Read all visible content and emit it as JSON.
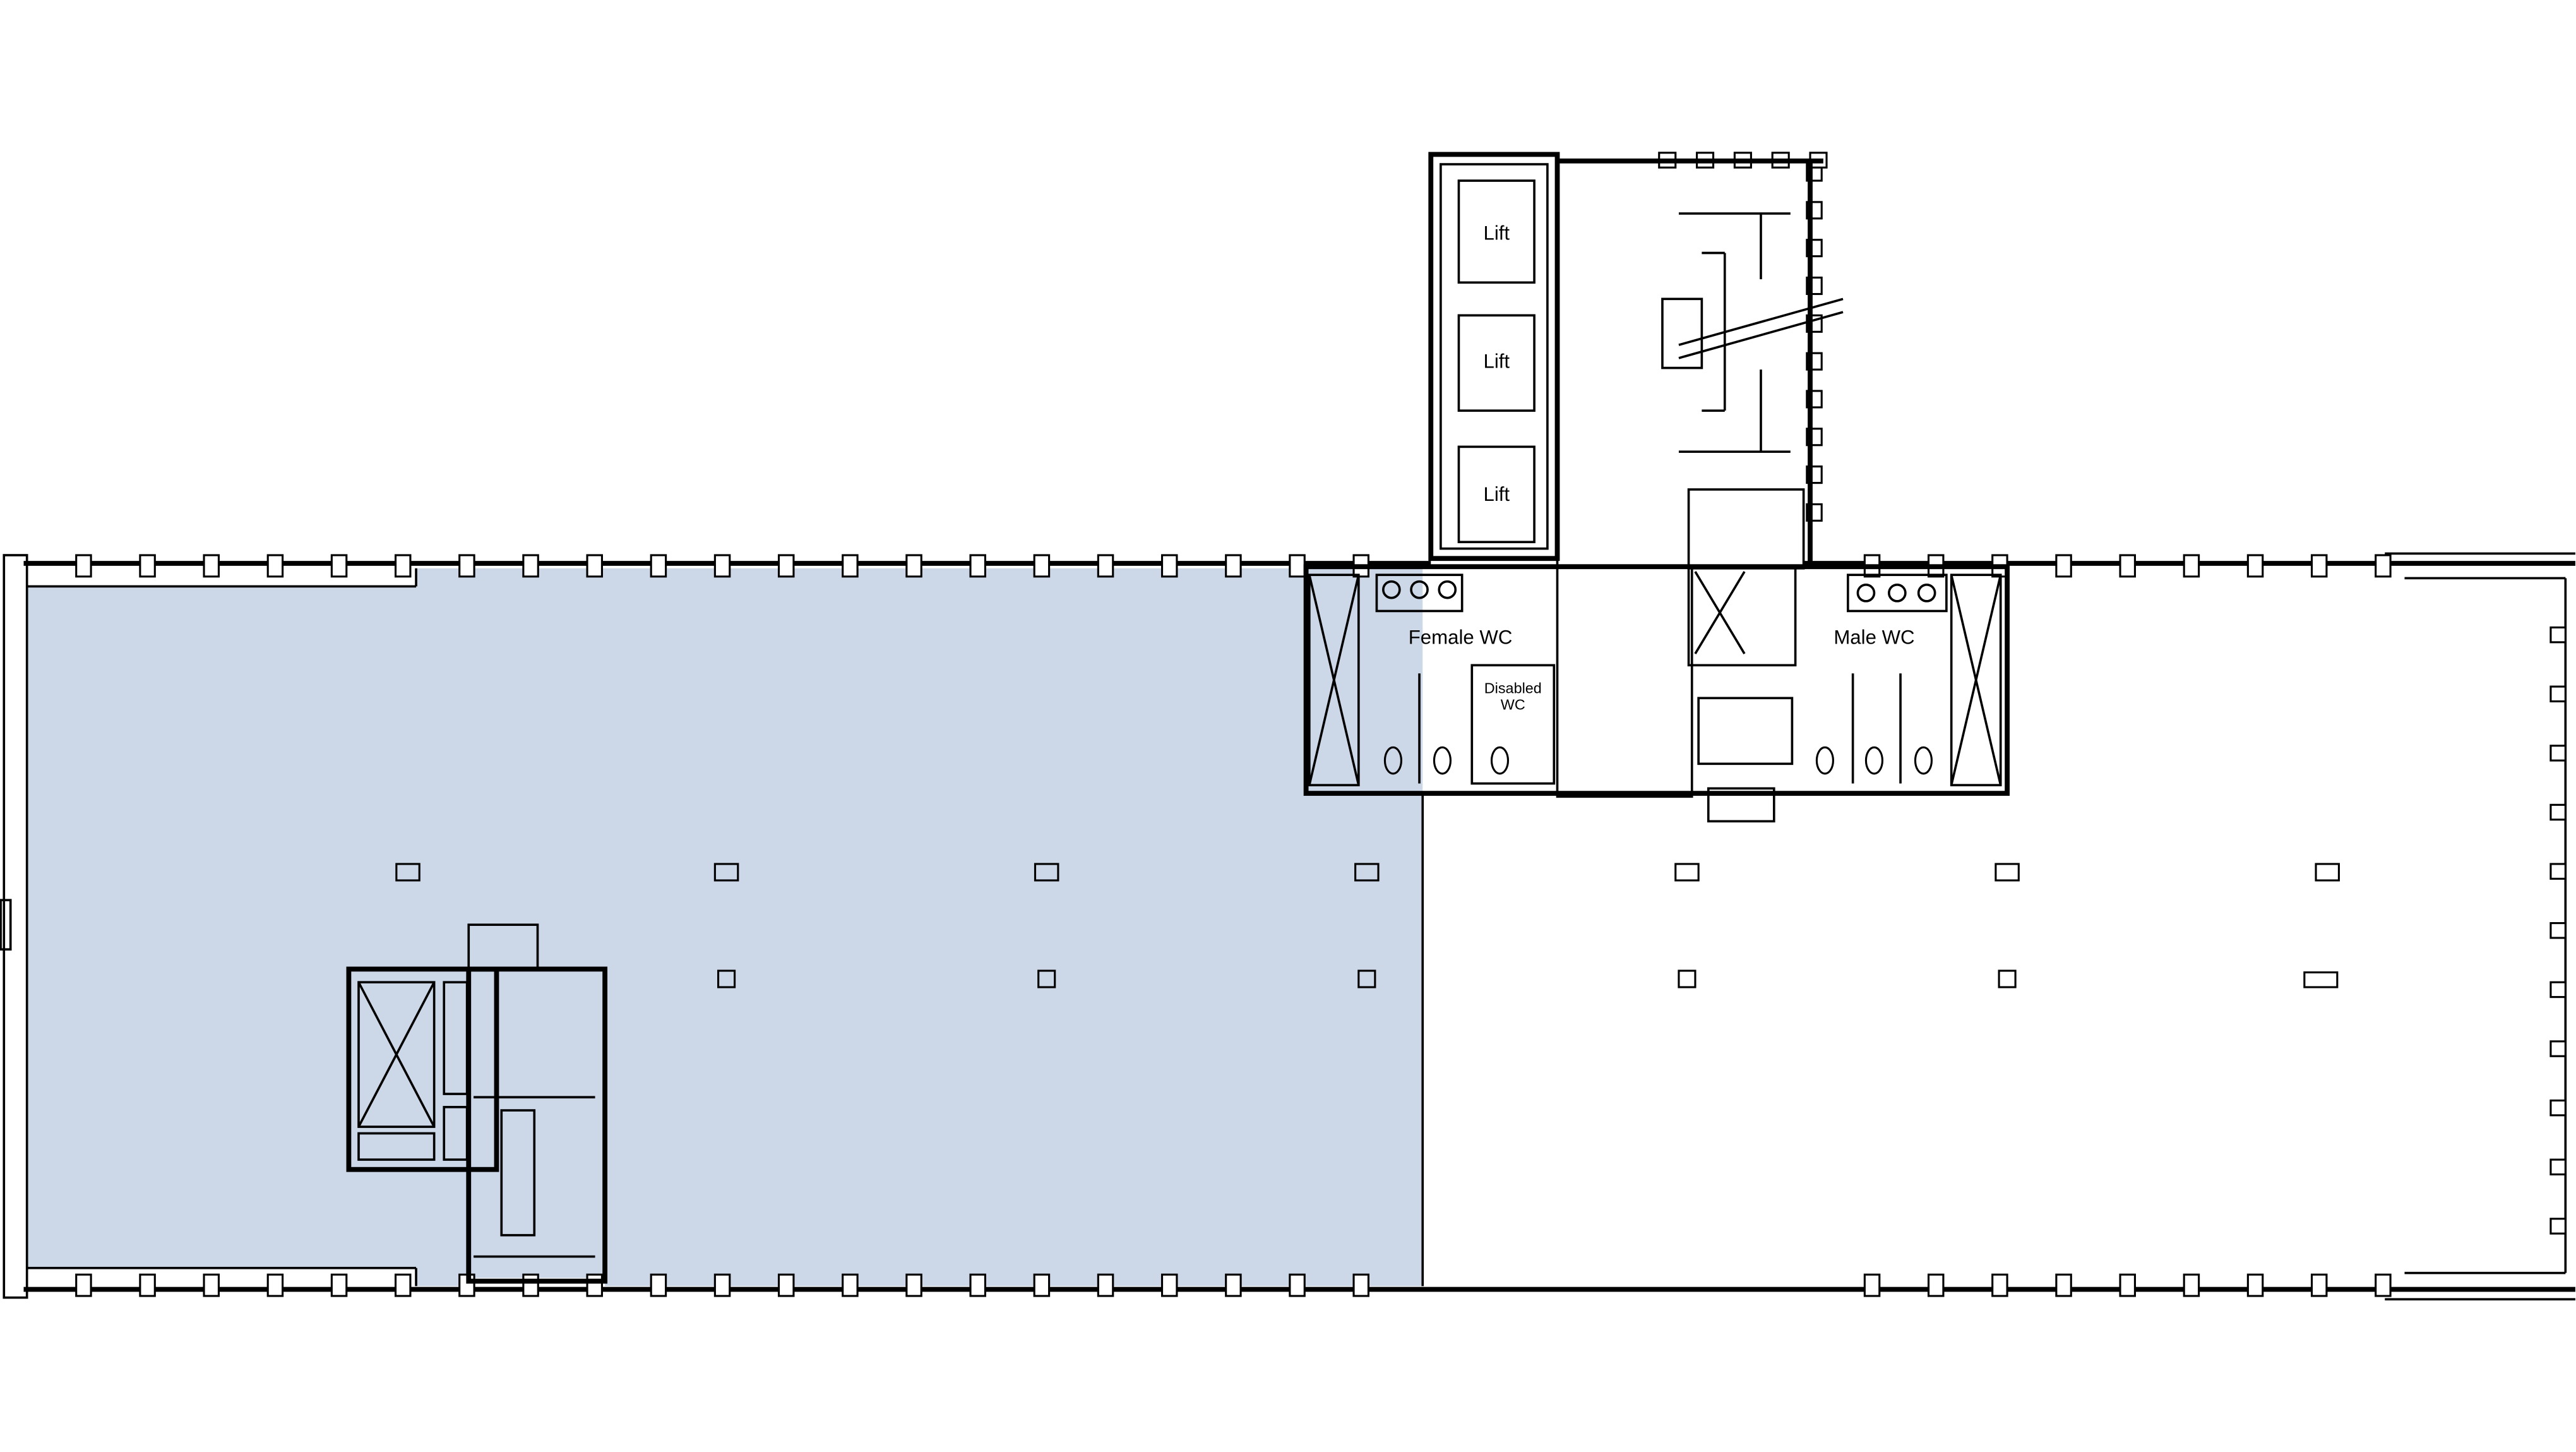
{
  "plan": {
    "highlight_color": "#ccd7e8",
    "wall_color": "#000000",
    "lifts": [
      "Lift",
      "Lift",
      "Lift"
    ],
    "rooms": {
      "female_wc": "Female WC",
      "male_wc": "Male WC",
      "disabled_wc_line1": "Disabled",
      "disabled_wc_line2": "WC"
    }
  }
}
